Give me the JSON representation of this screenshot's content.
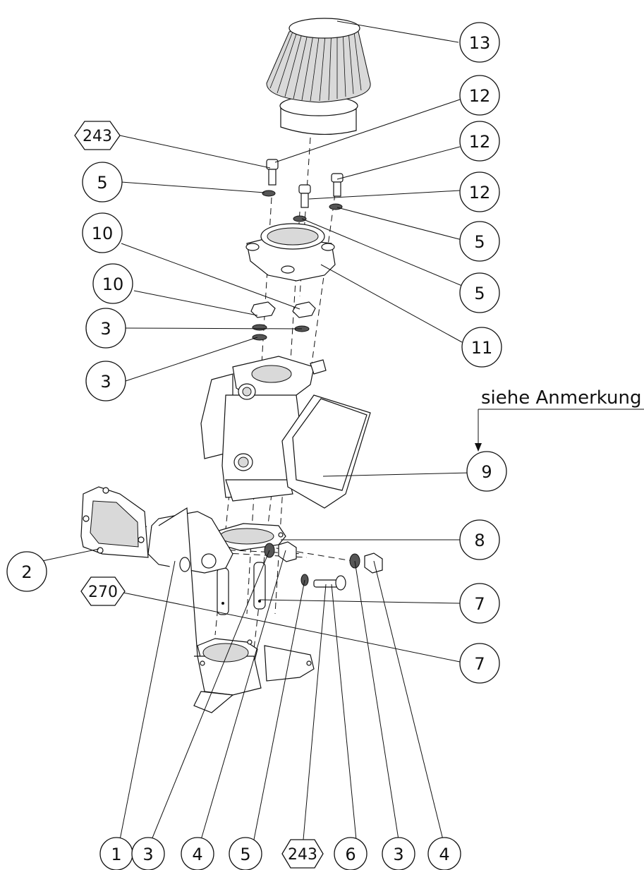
{
  "note": "siehe Anmerkung",
  "balloons": [
    {
      "id": "b-13",
      "label": "13"
    },
    {
      "id": "b-12a",
      "label": "12"
    },
    {
      "id": "b-243a",
      "label": "243"
    },
    {
      "id": "b-12b",
      "label": "12"
    },
    {
      "id": "b-5a",
      "label": "5"
    },
    {
      "id": "b-12c",
      "label": "12"
    },
    {
      "id": "b-10a",
      "label": "10"
    },
    {
      "id": "b-5b",
      "label": "5"
    },
    {
      "id": "b-5c",
      "label": "5"
    },
    {
      "id": "b-10b",
      "label": "10"
    },
    {
      "id": "b-3a",
      "label": "3"
    },
    {
      "id": "b-11",
      "label": "11"
    },
    {
      "id": "b-3b",
      "label": "3"
    },
    {
      "id": "b-9",
      "label": "9"
    },
    {
      "id": "b-8",
      "label": "8"
    },
    {
      "id": "b-270",
      "label": "270"
    },
    {
      "id": "b-7a",
      "label": "7"
    },
    {
      "id": "b-7b",
      "label": "7"
    },
    {
      "id": "b-2",
      "label": "2"
    },
    {
      "id": "b-1",
      "label": "1"
    },
    {
      "id": "b-3c",
      "label": "3"
    },
    {
      "id": "b-4a",
      "label": "4"
    },
    {
      "id": "b-5d",
      "label": "5"
    },
    {
      "id": "b-243b",
      "label": "243"
    },
    {
      "id": "b-6",
      "label": "6"
    },
    {
      "id": "b-3d",
      "label": "3"
    },
    {
      "id": "b-4b",
      "label": "4"
    }
  ]
}
